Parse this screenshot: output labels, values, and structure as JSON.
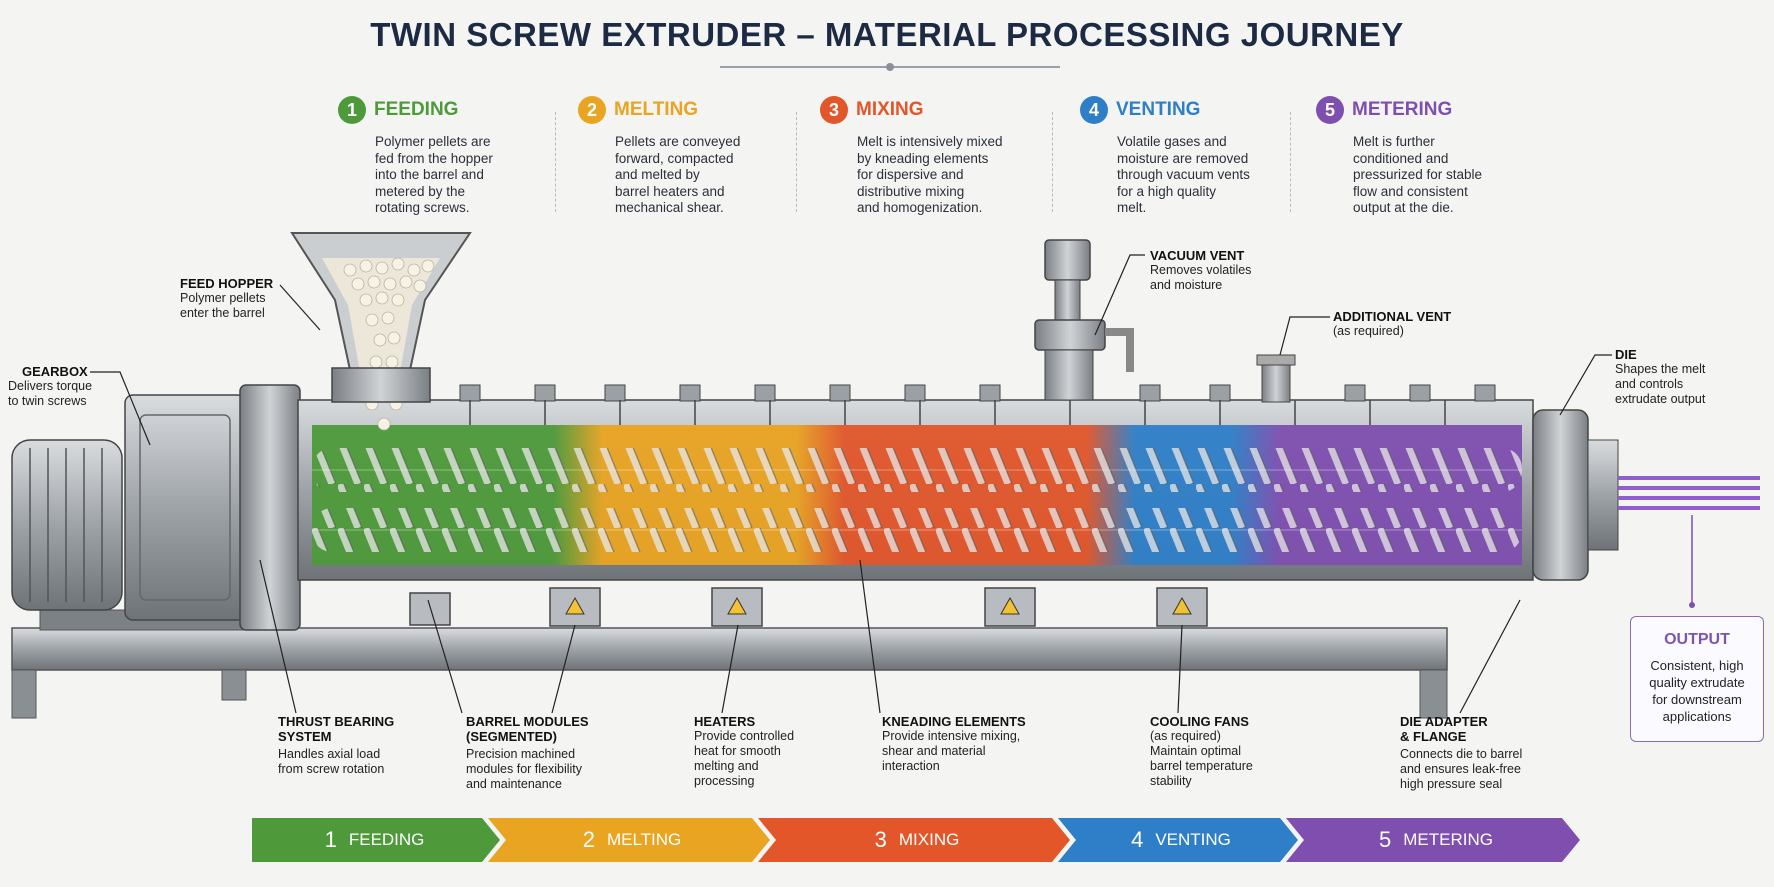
{
  "title": "TWIN SCREW EXTRUDER – MATERIAL PROCESSING JOURNEY",
  "colors": {
    "feeding": "#4e9a3a",
    "melting": "#e9a422",
    "mixing": "#e2562a",
    "venting": "#2f7fc8",
    "metering": "#7f4fb0"
  },
  "stages": [
    {
      "num": "1",
      "title": "FEEDING",
      "desc": "Polymer pellets are\nfed from the hopper\ninto the barrel and\nmetered by the\nrotating screws."
    },
    {
      "num": "2",
      "title": "MELTING",
      "desc": "Pellets are conveyed\nforward, compacted\nand melted by\nbarrel heaters and\nmechanical shear."
    },
    {
      "num": "3",
      "title": "MIXING",
      "desc": "Melt is intensively mixed\nby kneading elements\nfor dispersive and\ndistributive mixing\nand homogenization."
    },
    {
      "num": "4",
      "title": "VENTING",
      "desc": "Volatile gases and\nmoisture are removed\nthrough vacuum vents\nfor a high quality\nmelt."
    },
    {
      "num": "5",
      "title": "METERING",
      "desc": "Melt is further\nconditioned and\npressurized for stable\nflow and consistent\noutput at the die."
    }
  ],
  "callouts": {
    "feed_hopper": {
      "title": "FEED HOPPER",
      "text": "Polymer pellets\nenter the barrel"
    },
    "gearbox": {
      "title": "GEARBOX",
      "text": "Delivers torque\nto twin screws"
    },
    "vacuum_vent": {
      "title": "VACUUM VENT",
      "text": "Removes volatiles\nand moisture"
    },
    "additional_vent": {
      "title": "ADDITIONAL VENT",
      "text": "(as required)"
    },
    "die": {
      "title": "DIE",
      "text": "Shapes the melt\nand controls\nextrudate output"
    },
    "thrust_bearing": {
      "title": "THRUST BEARING\nSYSTEM",
      "text": "Handles axial load\nfrom screw rotation"
    },
    "barrel_modules": {
      "title": "BARREL MODULES\n(SEGMENTED)",
      "text": "Precision machined\nmodules for flexibility\nand maintenance"
    },
    "heaters": {
      "title": "HEATERS",
      "text": "Provide controlled\nheat for smooth\nmelting and\nprocessing"
    },
    "kneading": {
      "title": "KNEADING ELEMENTS",
      "text": "Provide intensive mixing,\nshear and material\ninteraction"
    },
    "cooling_fans": {
      "title": "COOLING FANS",
      "text": "(as required)\nMaintain optimal\nbarrel temperature\nstability"
    },
    "die_adapter": {
      "title": "DIE ADAPTER\n& FLANGE",
      "text": "Connects die to barrel\nand ensures leak-free\nhigh pressure seal"
    }
  },
  "output": {
    "title": "OUTPUT",
    "text": "Consistent, high\nquality extrudate\nfor downstream\napplications"
  },
  "banner": [
    {
      "num": "1",
      "label": "FEEDING"
    },
    {
      "num": "2",
      "label": "MELTING"
    },
    {
      "num": "3",
      "label": "MIXING"
    },
    {
      "num": "4",
      "label": "VENTING"
    },
    {
      "num": "5",
      "label": "METERING"
    }
  ]
}
